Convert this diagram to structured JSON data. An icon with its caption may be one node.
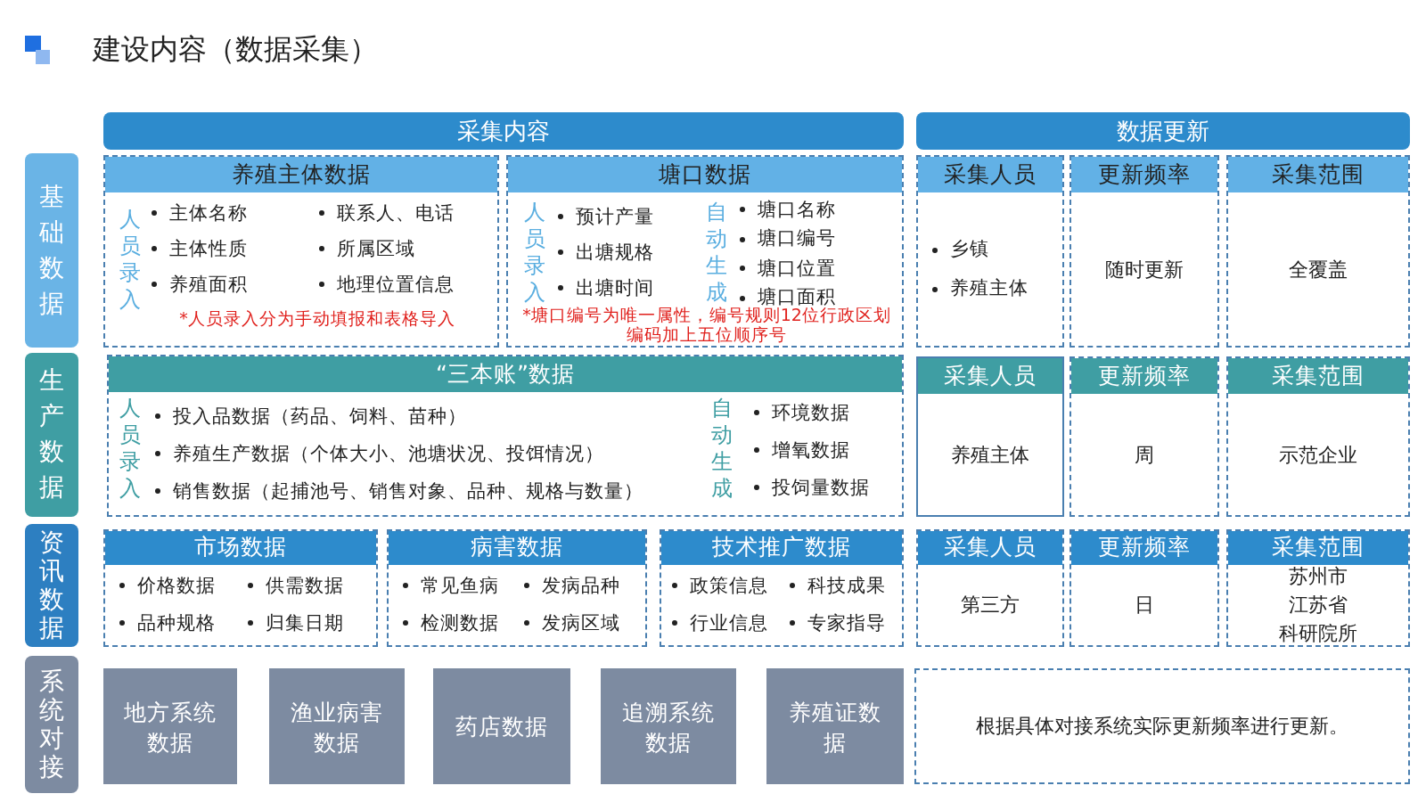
{
  "diagram": {
    "title": "建设内容（数据采集）",
    "nodes": [
      {
        "text": [
          "采集内容"
        ]
      },
      {
        "text": [
          "数据更新"
        ]
      },
      {
        "text": [
          "基础数据"
        ]
      },
      {
        "text": [
          "养殖主体数据",
          "人员录入",
          "主体名称",
          "主体性质",
          "养殖面积",
          "联系人、电话",
          "所属区域",
          "地理位置信息",
          "*人员录入分为手动填报和表格导入"
        ]
      },
      {
        "text": [
          "塘口数据",
          "人员录入",
          "预计产量",
          "出塘规格",
          "出塘时间",
          "自动生成",
          "塘口名称",
          "塘口编号",
          "塘口位置",
          "塘口面积",
          "*塘口编号为唯一属性，编号规则12位行政区划编码加上五位顺序号"
        ]
      },
      {
        "text": [
          "采集人员",
          "乡镇",
          "养殖主体"
        ]
      },
      {
        "text": [
          "更新频率",
          "随时更新"
        ]
      },
      {
        "text": [
          "采集范围",
          "全覆盖"
        ]
      },
      {
        "text": [
          "生产数据"
        ]
      },
      {
        "text": [
          "“三本账”数据",
          "人员录入",
          "投入品数据（药品、饲料、苗种）",
          "养殖生产数据（个体大小、池塘状况、投饵情况）",
          "销售数据（起捕池号、销售对象、品种、规格与数量）",
          "自动生成",
          "环境数据",
          "增氧数据",
          "投饲量数据"
        ]
      },
      {
        "text": [
          "采集人员",
          "养殖主体"
        ]
      },
      {
        "text": [
          "更新频率",
          "周"
        ]
      },
      {
        "text": [
          "采集范围",
          "示范企业"
        ]
      },
      {
        "text": [
          "资讯数据"
        ]
      },
      {
        "text": [
          "市场数据",
          "价格数据",
          "品种规格",
          "供需数据",
          "归集日期"
        ]
      },
      {
        "text": [
          "病害数据",
          "常见鱼病",
          "检测数据",
          "发病品种",
          "发病区域"
        ]
      },
      {
        "text": [
          "技术推广数据",
          "政策信息",
          "行业信息",
          "科技成果",
          "专家指导"
        ]
      },
      {
        "text": [
          "采集人员",
          "第三方"
        ]
      },
      {
        "text": [
          "更新频率",
          "日"
        ]
      },
      {
        "text": [
          "采集范围",
          "苏州市",
          "江苏省",
          "科研院所"
        ]
      },
      {
        "text": [
          "系统对接"
        ]
      },
      {
        "text": [
          "地方系统数据"
        ]
      },
      {
        "text": [
          "渔业病害数据"
        ]
      },
      {
        "text": [
          "药店数据"
        ]
      },
      {
        "text": [
          "追溯系统数据"
        ]
      },
      {
        "text": [
          "养殖证数据"
        ]
      },
      {
        "text": [
          "根据具体对接系统实际更新频率进行更新。"
        ]
      }
    ]
  }
}
